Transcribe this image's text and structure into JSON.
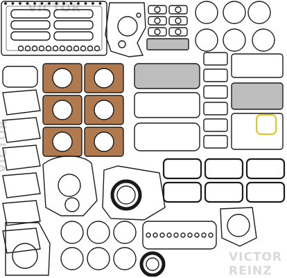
{
  "image": {
    "subject": "engine-gasket-kit-product-photo",
    "background": "#ffffff",
    "colors": {
      "rubber": "#1a1a1a",
      "copper": "#b07a4e",
      "steel": "#8a8a8a",
      "gray-plate": "#bdbdbd",
      "yellow-ring": "#e3c41a"
    }
  },
  "watermarks": {
    "top": "VICTOR",
    "side": "VICTOR",
    "bottom": "VICTOR REINZ"
  }
}
